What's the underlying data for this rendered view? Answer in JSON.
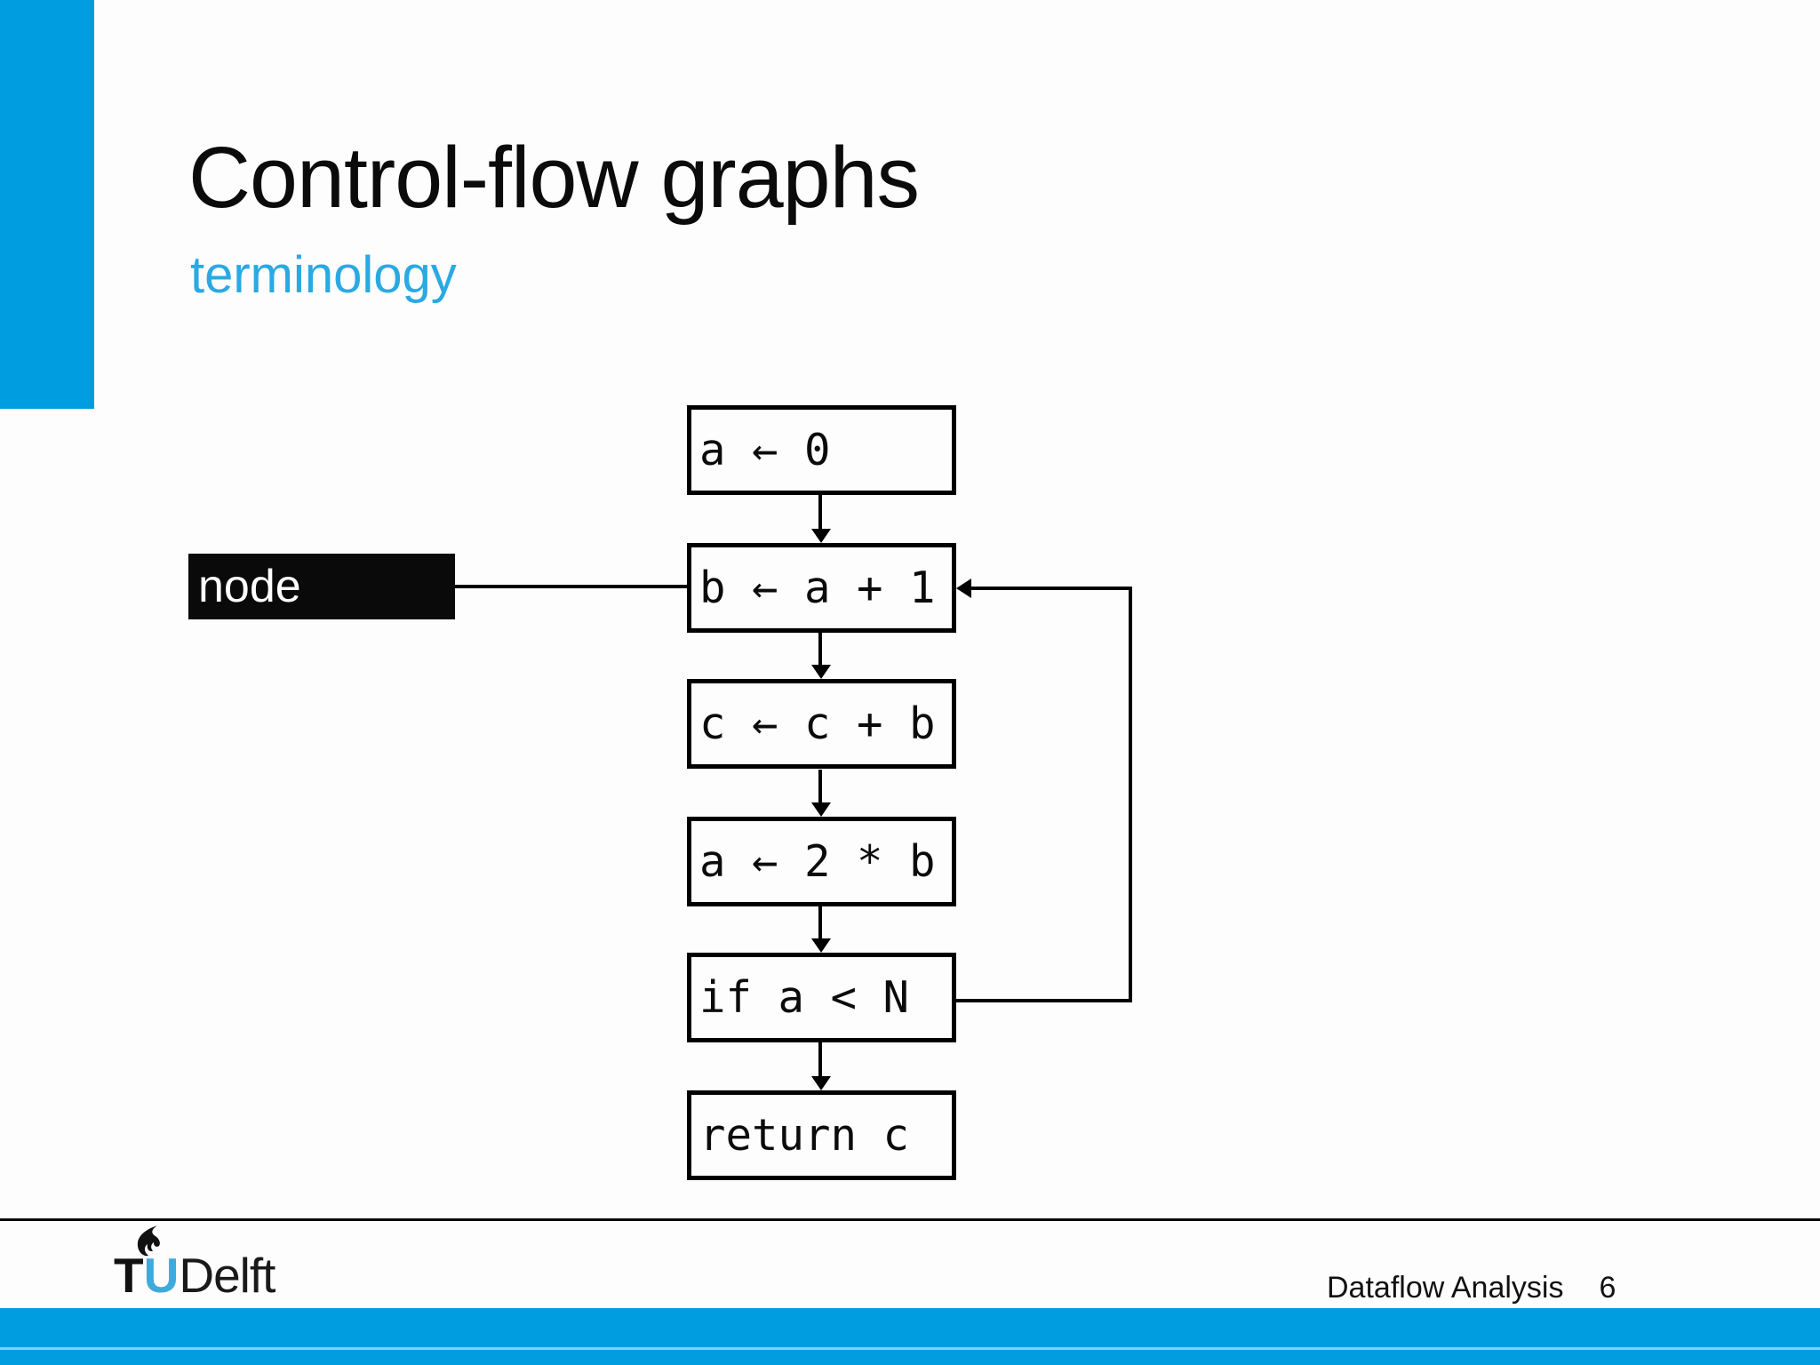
{
  "slide": {
    "title": "Control-flow graphs",
    "subtitle": "terminology"
  },
  "diagram": {
    "nodes": [
      {
        "label": "a ← 0"
      },
      {
        "label": "b ← a + 1"
      },
      {
        "label": "c ← c + b"
      },
      {
        "label": "a ← 2 * b"
      },
      {
        "label": "if a < N"
      },
      {
        "label": "return c"
      }
    ],
    "edges": [
      {
        "from": "a ← 0",
        "to": "b ← a + 1",
        "type": "down"
      },
      {
        "from": "b ← a + 1",
        "to": "c ← c + b",
        "type": "down"
      },
      {
        "from": "c ← c + b",
        "to": "a ← 2 * b",
        "type": "down"
      },
      {
        "from": "a ← 2 * b",
        "to": "if a < N",
        "type": "down"
      },
      {
        "from": "if a < N",
        "to": "return c",
        "type": "down"
      },
      {
        "from": "if a < N",
        "to": "b ← a + 1",
        "type": "loop-back"
      }
    ],
    "callout": {
      "label": "node",
      "points_to": "b ← a + 1"
    }
  },
  "colors": {
    "accent_bar": "#009EE0",
    "subtitle": "#2AA9E2",
    "logo_blue": "#3FA9DC",
    "callout_bg": "#0a0a0a"
  },
  "footer": {
    "logo": {
      "tu_t": "T",
      "tu_u": "U",
      "delft": "Delft"
    },
    "course": "Dataflow Analysis",
    "page": "6"
  }
}
